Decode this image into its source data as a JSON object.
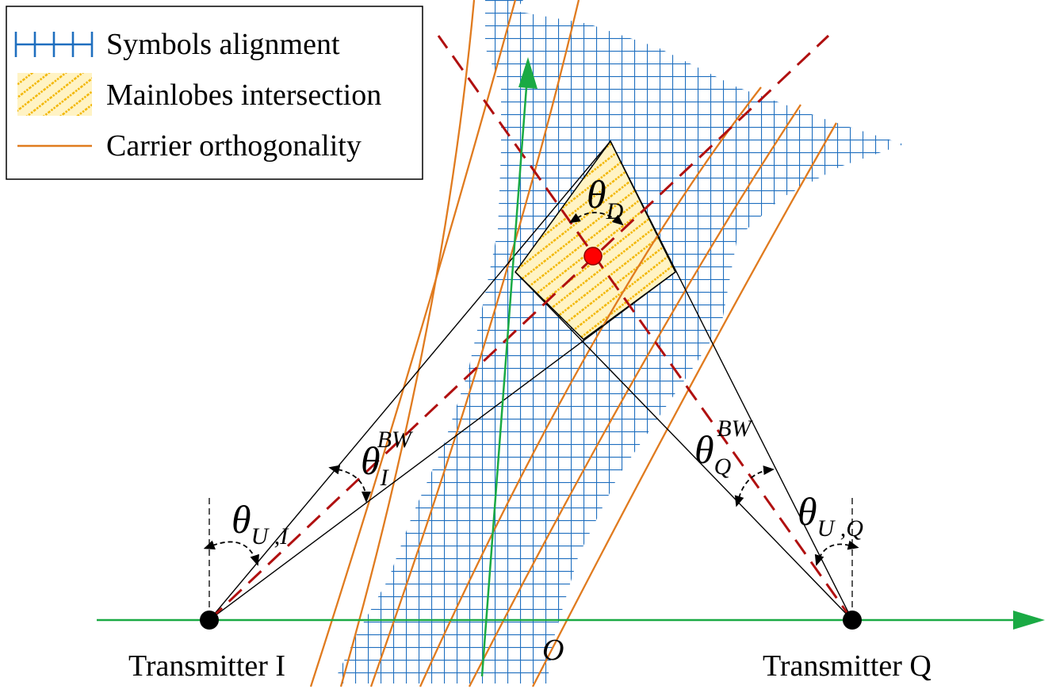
{
  "legend": {
    "items": [
      {
        "label": "Symbols alignment",
        "kind": "grid"
      },
      {
        "label": "Mainlobes intersection",
        "kind": "hatch"
      },
      {
        "label": "Carrier orthogonality",
        "kind": "line"
      }
    ]
  },
  "nodes": {
    "tx_i": {
      "label": "Transmitter I"
    },
    "tx_q": {
      "label": "Transmitter Q"
    },
    "origin": {
      "label": "O"
    }
  },
  "angles": {
    "theta_d": {
      "symbol": "θ",
      "sub": "D"
    },
    "theta_i_bw": {
      "symbol": "θ",
      "sub": "I",
      "sup": "BW"
    },
    "theta_q_bw": {
      "symbol": "θ",
      "sub": "Q",
      "sup": "BW"
    },
    "theta_u_i": {
      "symbol": "θ",
      "sub": "U ,I"
    },
    "theta_u_q": {
      "symbol": "θ",
      "sub": "U ,Q"
    }
  },
  "colors": {
    "grid": "#1f6fbf",
    "carrier": "#e07b1f",
    "axis": "#1aaa44",
    "dashed": "#b01010",
    "target": "#ff0000",
    "hatch_bg": "#fff3c4",
    "hatch_line": "#f2b500"
  }
}
